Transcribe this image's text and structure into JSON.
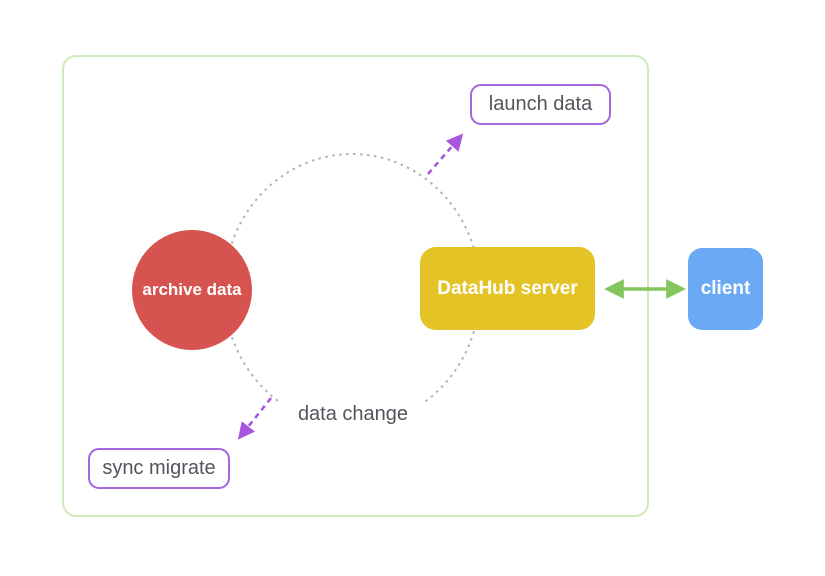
{
  "diagram": {
    "type": "flow-diagram",
    "nodes": {
      "archive": {
        "label": "archive data",
        "shape": "circle",
        "fill": "#d6534f",
        "text_color": "#ffffff"
      },
      "datahub": {
        "label": "DataHub server",
        "shape": "rounded-rect",
        "fill": "#e4c326",
        "text_color": "#ffffff"
      },
      "client": {
        "label": "client",
        "shape": "rounded-rect",
        "fill": "#6aa9f4",
        "text_color": "#ffffff"
      },
      "launch": {
        "label": "launch data",
        "shape": "outlined-rounded-rect",
        "border_color": "#a765de",
        "text_color": "#54545c"
      },
      "sync": {
        "label": "sync migrate",
        "shape": "outlined-rounded-rect",
        "border_color": "#a765de",
        "text_color": "#54545c"
      }
    },
    "annotations": {
      "data_change": "data change"
    },
    "edges": [
      {
        "from": "cycle-circle",
        "to": "launch",
        "style": "dashed",
        "direction": "single",
        "color": "#a855e0"
      },
      {
        "from": "cycle-circle",
        "to": "sync",
        "style": "dashed",
        "direction": "single",
        "color": "#a855e0"
      },
      {
        "from": "datahub",
        "to": "client",
        "style": "solid",
        "direction": "double",
        "color": "#85c55e"
      }
    ],
    "cycle_circle": {
      "style": "dotted",
      "color": "#b2b2b2"
    },
    "container": {
      "border_color": "#cdeab8"
    },
    "background_color": "#ffffff"
  }
}
